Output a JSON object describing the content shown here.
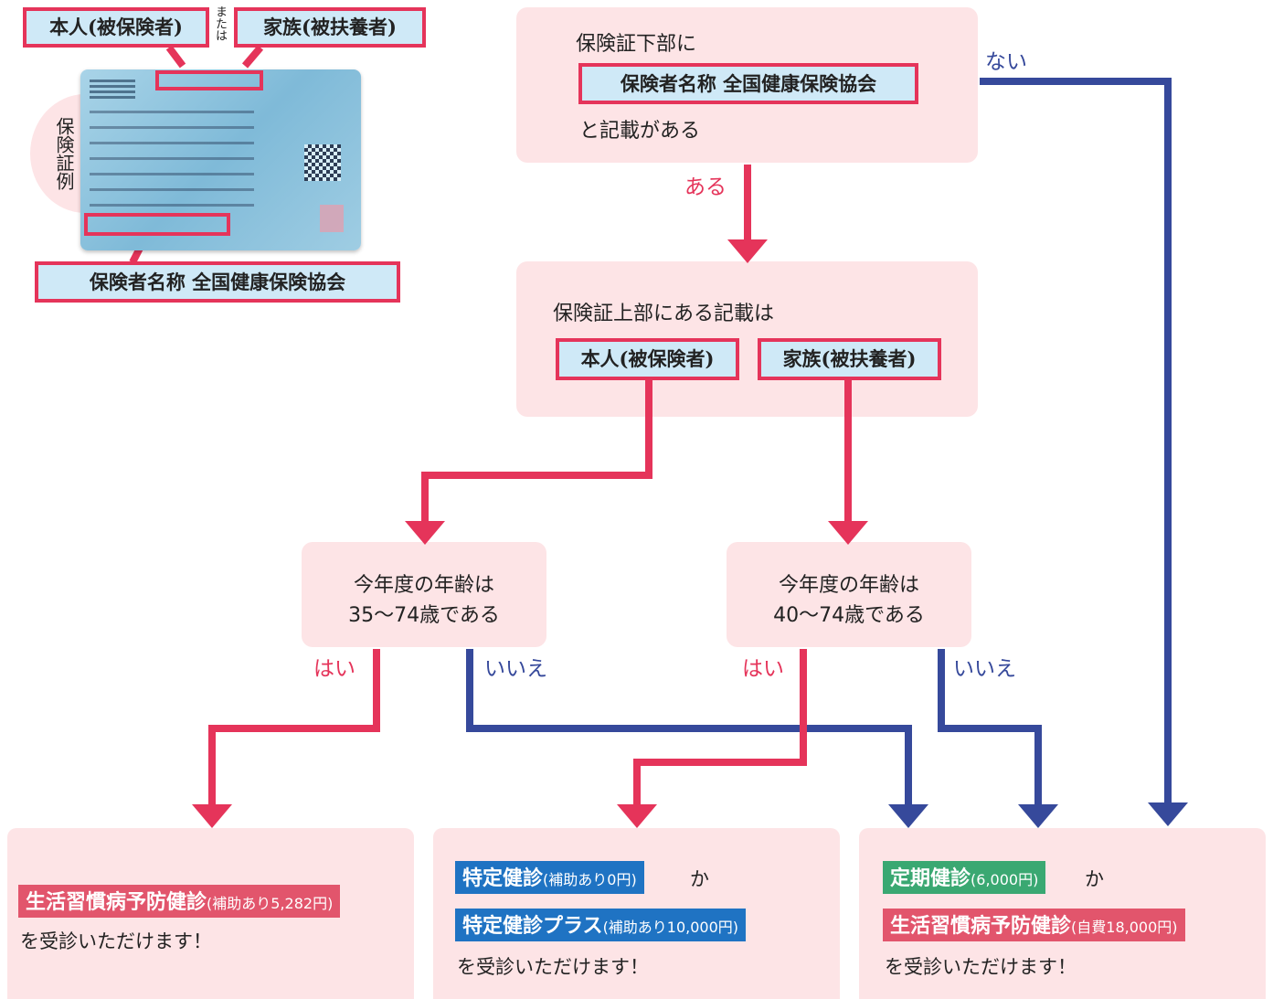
{
  "colors": {
    "red": "#e5345a",
    "blue": "#36499b",
    "pink_bg": "#fde4e6",
    "label_bg": "#cfe9f7"
  },
  "legend": {
    "honin": "本人(被保険者)",
    "or": "または",
    "kazoku": "家族(被扶養者)",
    "example_label": "保険証例",
    "hokensha": "保険者名称  全国健康保険協会"
  },
  "step1": {
    "line1": "保険証下部に",
    "label": "保険者名称  全国健康保険協会",
    "line2": "と記載がある",
    "no": "ない",
    "yes": "ある"
  },
  "step2": {
    "title": "保険証上部にある記載は",
    "honin": "本人(被保険者)",
    "kazoku": "家族(被扶養者)"
  },
  "age_left": {
    "line1": "今年度の年齢は",
    "line2": "35〜74歳である",
    "yes": "はい",
    "no": "いいえ"
  },
  "age_right": {
    "line1": "今年度の年齢は",
    "line2": "40〜74歳である",
    "yes": "はい",
    "no": "いいえ"
  },
  "result1": {
    "tag": "生活習慣病予防健診",
    "tag_note": "(補助あり5,282円)",
    "text": "を受診いただけます！"
  },
  "result2": {
    "tag1": "特定健診",
    "tag1_note": "(補助あり0円)",
    "ka": "か",
    "tag2": "特定健診プラス",
    "tag2_note": "(補助あり10,000円)",
    "text": "を受診いただけます！"
  },
  "result3": {
    "tag1": "定期健診",
    "tag1_note": "(6,000円)",
    "ka": "か",
    "tag2": "生活習慣病予防健診",
    "tag2_note": "(自費18,000円)",
    "text": "を受診いただけます！"
  }
}
